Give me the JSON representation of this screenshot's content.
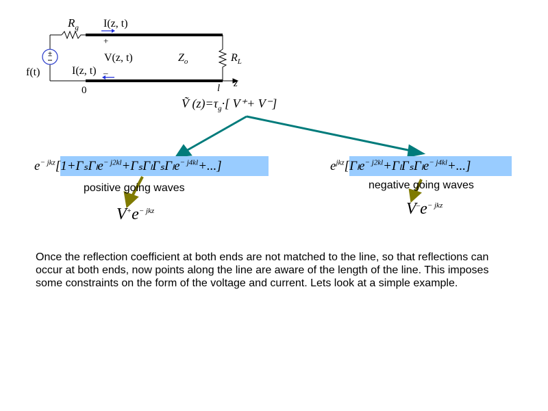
{
  "circuit": {
    "rg_label": "R",
    "rg_sub": "g",
    "current_top": "I(z, t)",
    "plus": "+",
    "voltage": "V(z, t)",
    "zo_label": "Z",
    "zo_sub": "o",
    "rl_label": "R",
    "rl_sub": "L",
    "source_label": "f(t)",
    "current_bottom": "I(z, t)",
    "minus": "–",
    "origin": "0",
    "length": "l",
    "axis": "z"
  },
  "equation": {
    "lhs": "Ṽ (z)=",
    "tau": "τ",
    "tau_sub": "g",
    "rhs": "·[ V⁺+ V⁻]"
  },
  "left_series": {
    "prefix": "e",
    "prefix_sup": "− jkz",
    "terms": "[1+ΓₛΓₗe",
    "sup1": "− j2kl",
    "terms2": "+ΓₛΓₗΓₛΓₗe",
    "sup2": "− j4kl",
    "tail": "+...]",
    "label": "positive going waves",
    "result": "V",
    "result_sup": "+",
    "result_exp": "e",
    "result_exp_sup": "− jkz"
  },
  "right_series": {
    "prefix": "e",
    "prefix_sup": "jkz",
    "terms": "[Γₗe",
    "sup1": "− j2kl",
    "terms2": "+ΓₗΓₛΓₗe",
    "sup2": "− j4kl",
    "tail": "+...]",
    "label": "negative going waves",
    "result": "V",
    "result_sup": "–",
    "result_exp": "e",
    "result_exp_sup": "− jkz"
  },
  "paragraph": "Once the reflection coefficient at both ends are not matched to the line, so that reflections can occur at both ends, now points along the line are aware of the length of the line.  This imposes some constraints on the form of the voltage and current.  Lets look at a simple example.",
  "colors": {
    "highlight": "#99ccff",
    "teal_arrow": "#007b7b",
    "olive_arrow": "#7f7a00",
    "current_arrow": "#2233dd",
    "source": "#3344cc"
  }
}
